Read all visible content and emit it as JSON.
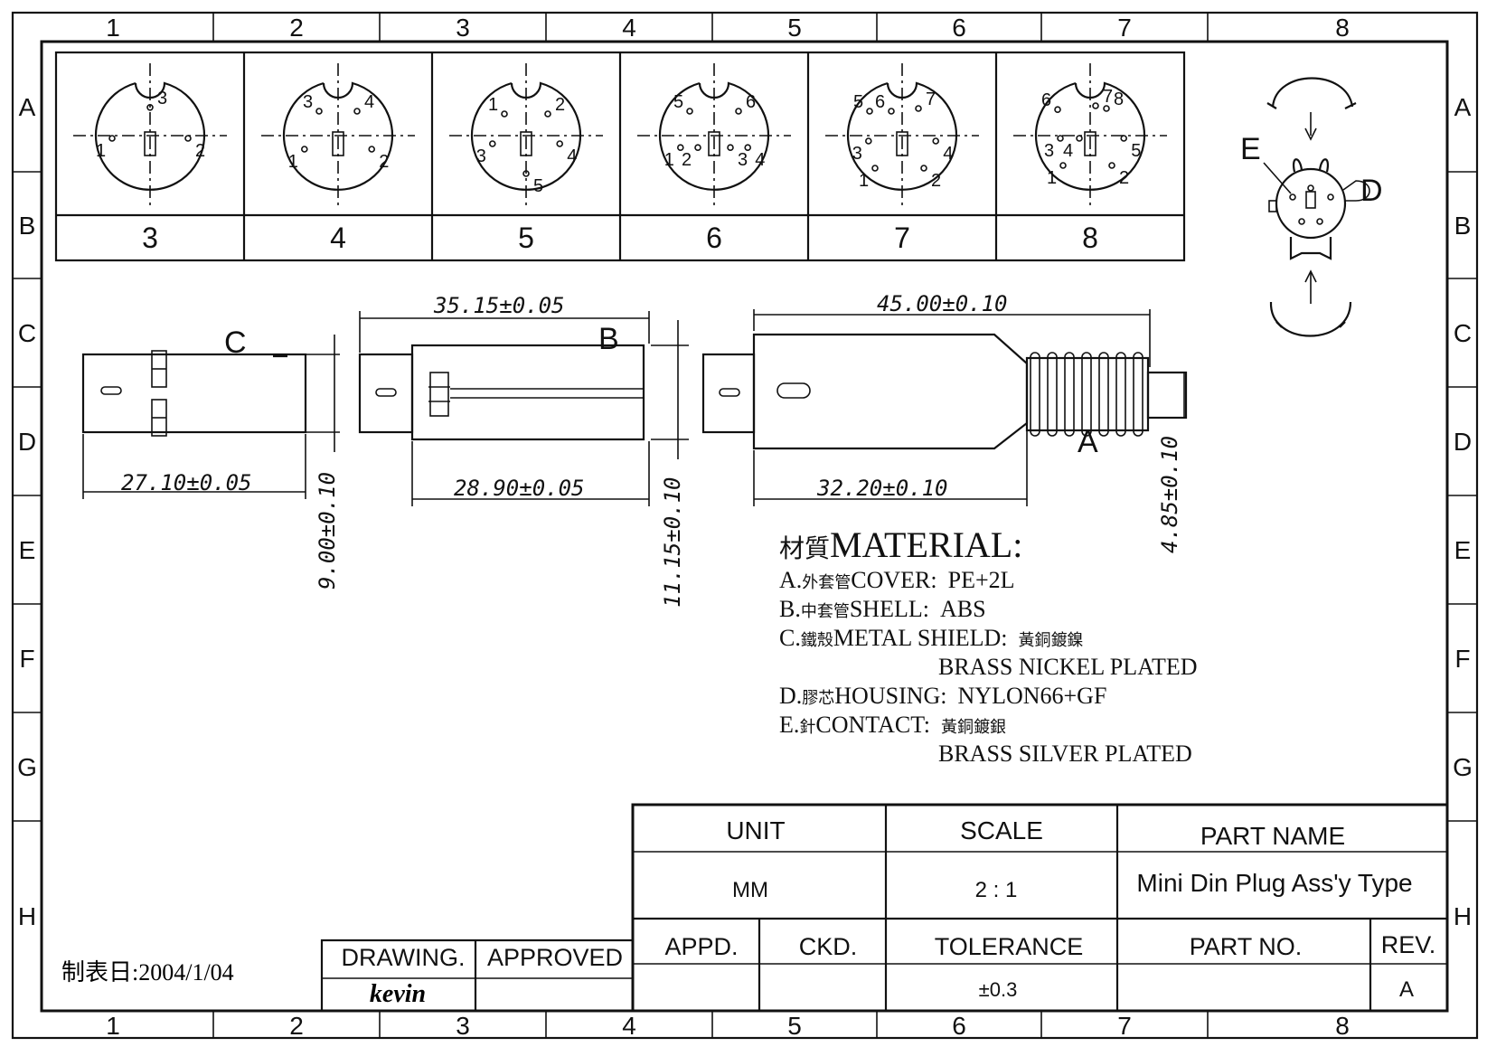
{
  "grid": {
    "columns": [
      "1",
      "2",
      "3",
      "4",
      "5",
      "6",
      "7",
      "8"
    ],
    "rows": [
      "A",
      "B",
      "C",
      "D",
      "E",
      "F",
      "G",
      "H"
    ]
  },
  "connectors": [
    {
      "label": "3",
      "pins": [
        "1",
        "2",
        "3"
      ]
    },
    {
      "label": "4",
      "pins": [
        "1",
        "2",
        "3",
        "4"
      ]
    },
    {
      "label": "5",
      "pins": [
        "1",
        "2",
        "3",
        "4",
        "5"
      ]
    },
    {
      "label": "6",
      "pins": [
        "1",
        "2",
        "3",
        "4",
        "5",
        "6"
      ]
    },
    {
      "label": "7",
      "pins": [
        "1",
        "2",
        "3",
        "4",
        "5",
        "6",
        "7"
      ]
    },
    {
      "label": "8",
      "pins": [
        "1",
        "2",
        "3",
        "4",
        "5",
        "6",
        "7",
        "8"
      ]
    }
  ],
  "exploded": {
    "label_e": "E",
    "label_d": "D"
  },
  "views": {
    "c": {
      "label": "C",
      "dim_length": "27.10±0.05",
      "dim_height": "9.00±0.10"
    },
    "b": {
      "label": "B",
      "dim_top": "35.15±0.05",
      "dim_bottom": "28.90±0.05",
      "dim_height": "11.15±0.10"
    },
    "a": {
      "label": "A",
      "dim_top": "45.00±0.10",
      "dim_bottom": "32.20±0.10",
      "dim_cable": "4.85±0.10"
    }
  },
  "material": {
    "title_cn": "材質",
    "title": "MATERIAL:",
    "lines": [
      {
        "prefix": "A.",
        "cn": "外套管",
        "en": "COVER:",
        "value": "PE+2L"
      },
      {
        "prefix": "B.",
        "cn": "中套管",
        "en": "SHELL:",
        "value": "ABS"
      },
      {
        "prefix": "C.",
        "cn": "鐵殼",
        "en": "METAL SHIELD:",
        "value": "黃銅鍍鎳"
      },
      {
        "prefix": "",
        "cn": "",
        "en": "",
        "value": "BRASS NICKEL PLATED"
      },
      {
        "prefix": "D.",
        "cn": "膠芯",
        "en": "HOUSING:",
        "value": "NYLON66+GF"
      },
      {
        "prefix": "E.",
        "cn": "針",
        "en": "CONTACT:",
        "value": "黃銅鍍銀"
      },
      {
        "prefix": "",
        "cn": "",
        "en": "",
        "value": "BRASS SILVER PLATED"
      }
    ]
  },
  "title_block": {
    "unit_label": "UNIT",
    "unit": "MM",
    "scale_label": "SCALE",
    "scale": "2 : 1",
    "part_name_label": "PART NAME",
    "part_name": "Mini Din Plug Ass'y Type",
    "appd_label": "APPD.",
    "ckd_label": "CKD.",
    "tolerance_label": "TOLERANCE",
    "tolerance": "±0.3",
    "part_no_label": "PART NO.",
    "part_no": "",
    "rev_label": "REV.",
    "rev": "A",
    "drawing_label": "DRAWING.",
    "drawing": "kevin",
    "approved_label": "APPROVED",
    "approved": "",
    "date_text": "制表日:2004/1/04"
  }
}
